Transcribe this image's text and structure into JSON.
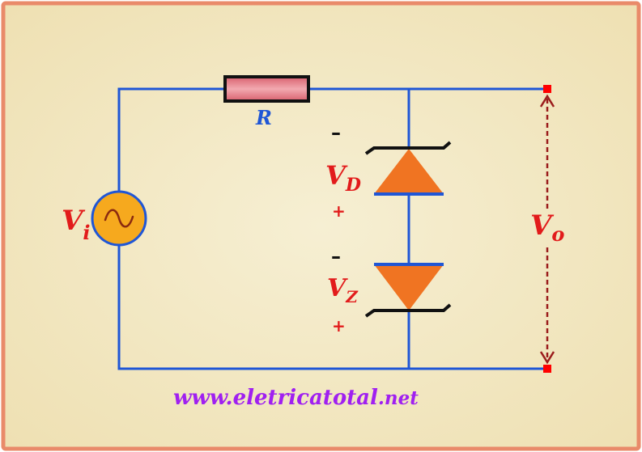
{
  "colors": {
    "background": "#f3e9c4",
    "border": "#e98a6a",
    "wire": "#1f56d6",
    "label_red": "#e21b1b",
    "label_blue": "#1f56d6",
    "diode_fill": "#f07422",
    "source_fill": "#f6a91e",
    "resistor_fill": "#e5828a",
    "url_color": "#a020f0",
    "arrow": "#9b1c1c"
  },
  "labels": {
    "resistor": "R",
    "source": {
      "main": "V",
      "sub": "i"
    },
    "diode": {
      "main": "V",
      "sub": "D"
    },
    "zener": {
      "main": "V",
      "sub": "Z"
    },
    "output": {
      "main": "V",
      "sub": "o"
    },
    "diode_minus": "–",
    "diode_plus": "+",
    "zener_minus": "–",
    "zener_plus": "+",
    "source_symbol": "∿"
  },
  "watermark": {
    "domain": "www.eletricatotal",
    "tld": ".net"
  },
  "icons": {
    "source": "ac-source-icon",
    "resistor": "resistor-icon",
    "diode": "zener-diode-icon",
    "arrow": "double-arrow-icon"
  }
}
